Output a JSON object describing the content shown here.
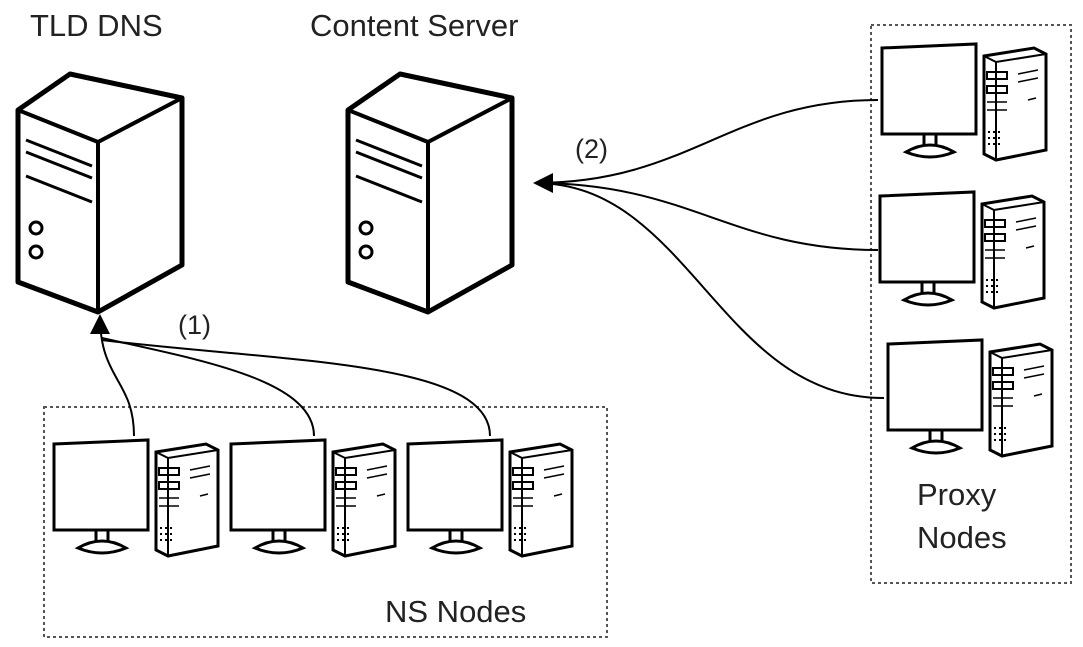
{
  "labels": {
    "tld_dns": "TLD DNS",
    "content_server": "Content Server",
    "step1": "(1)",
    "step2": "(2)",
    "proxy_line1": "Proxy",
    "proxy_line2": "Nodes",
    "ns_nodes": "NS Nodes"
  },
  "icons": {
    "server": "server-tower-icon",
    "workstation": "desktop-computer-icon"
  },
  "colors": {
    "stroke": "#000000",
    "dotted_box": "#555555",
    "text": "#222222",
    "background": "#ffffff"
  }
}
